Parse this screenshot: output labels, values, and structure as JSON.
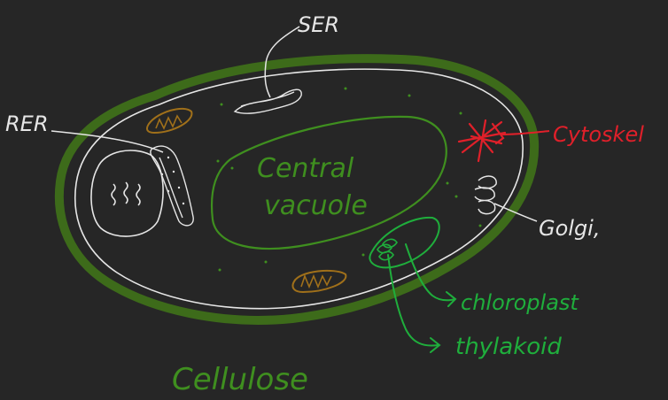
{
  "labels": {
    "ser": "SER",
    "rer": "RER",
    "central_vacuole_line1": "Central",
    "central_vacuole_line2": "vacuole",
    "cytoskel": "Cytoskel",
    "golgi": "Golgi,",
    "chloroplast": "chloroplast",
    "thylakoid": "thylakoid",
    "cellulose": "Cellulose"
  },
  "colors": {
    "background": "#262626",
    "cell_wall": "#3d6b1a",
    "white_ink": "#e6e6e6",
    "green_ink": "#3f8f1f",
    "bright_green_ink": "#1fae3c",
    "red_ink": "#e0202a",
    "mitochondria": "#a0701a"
  }
}
